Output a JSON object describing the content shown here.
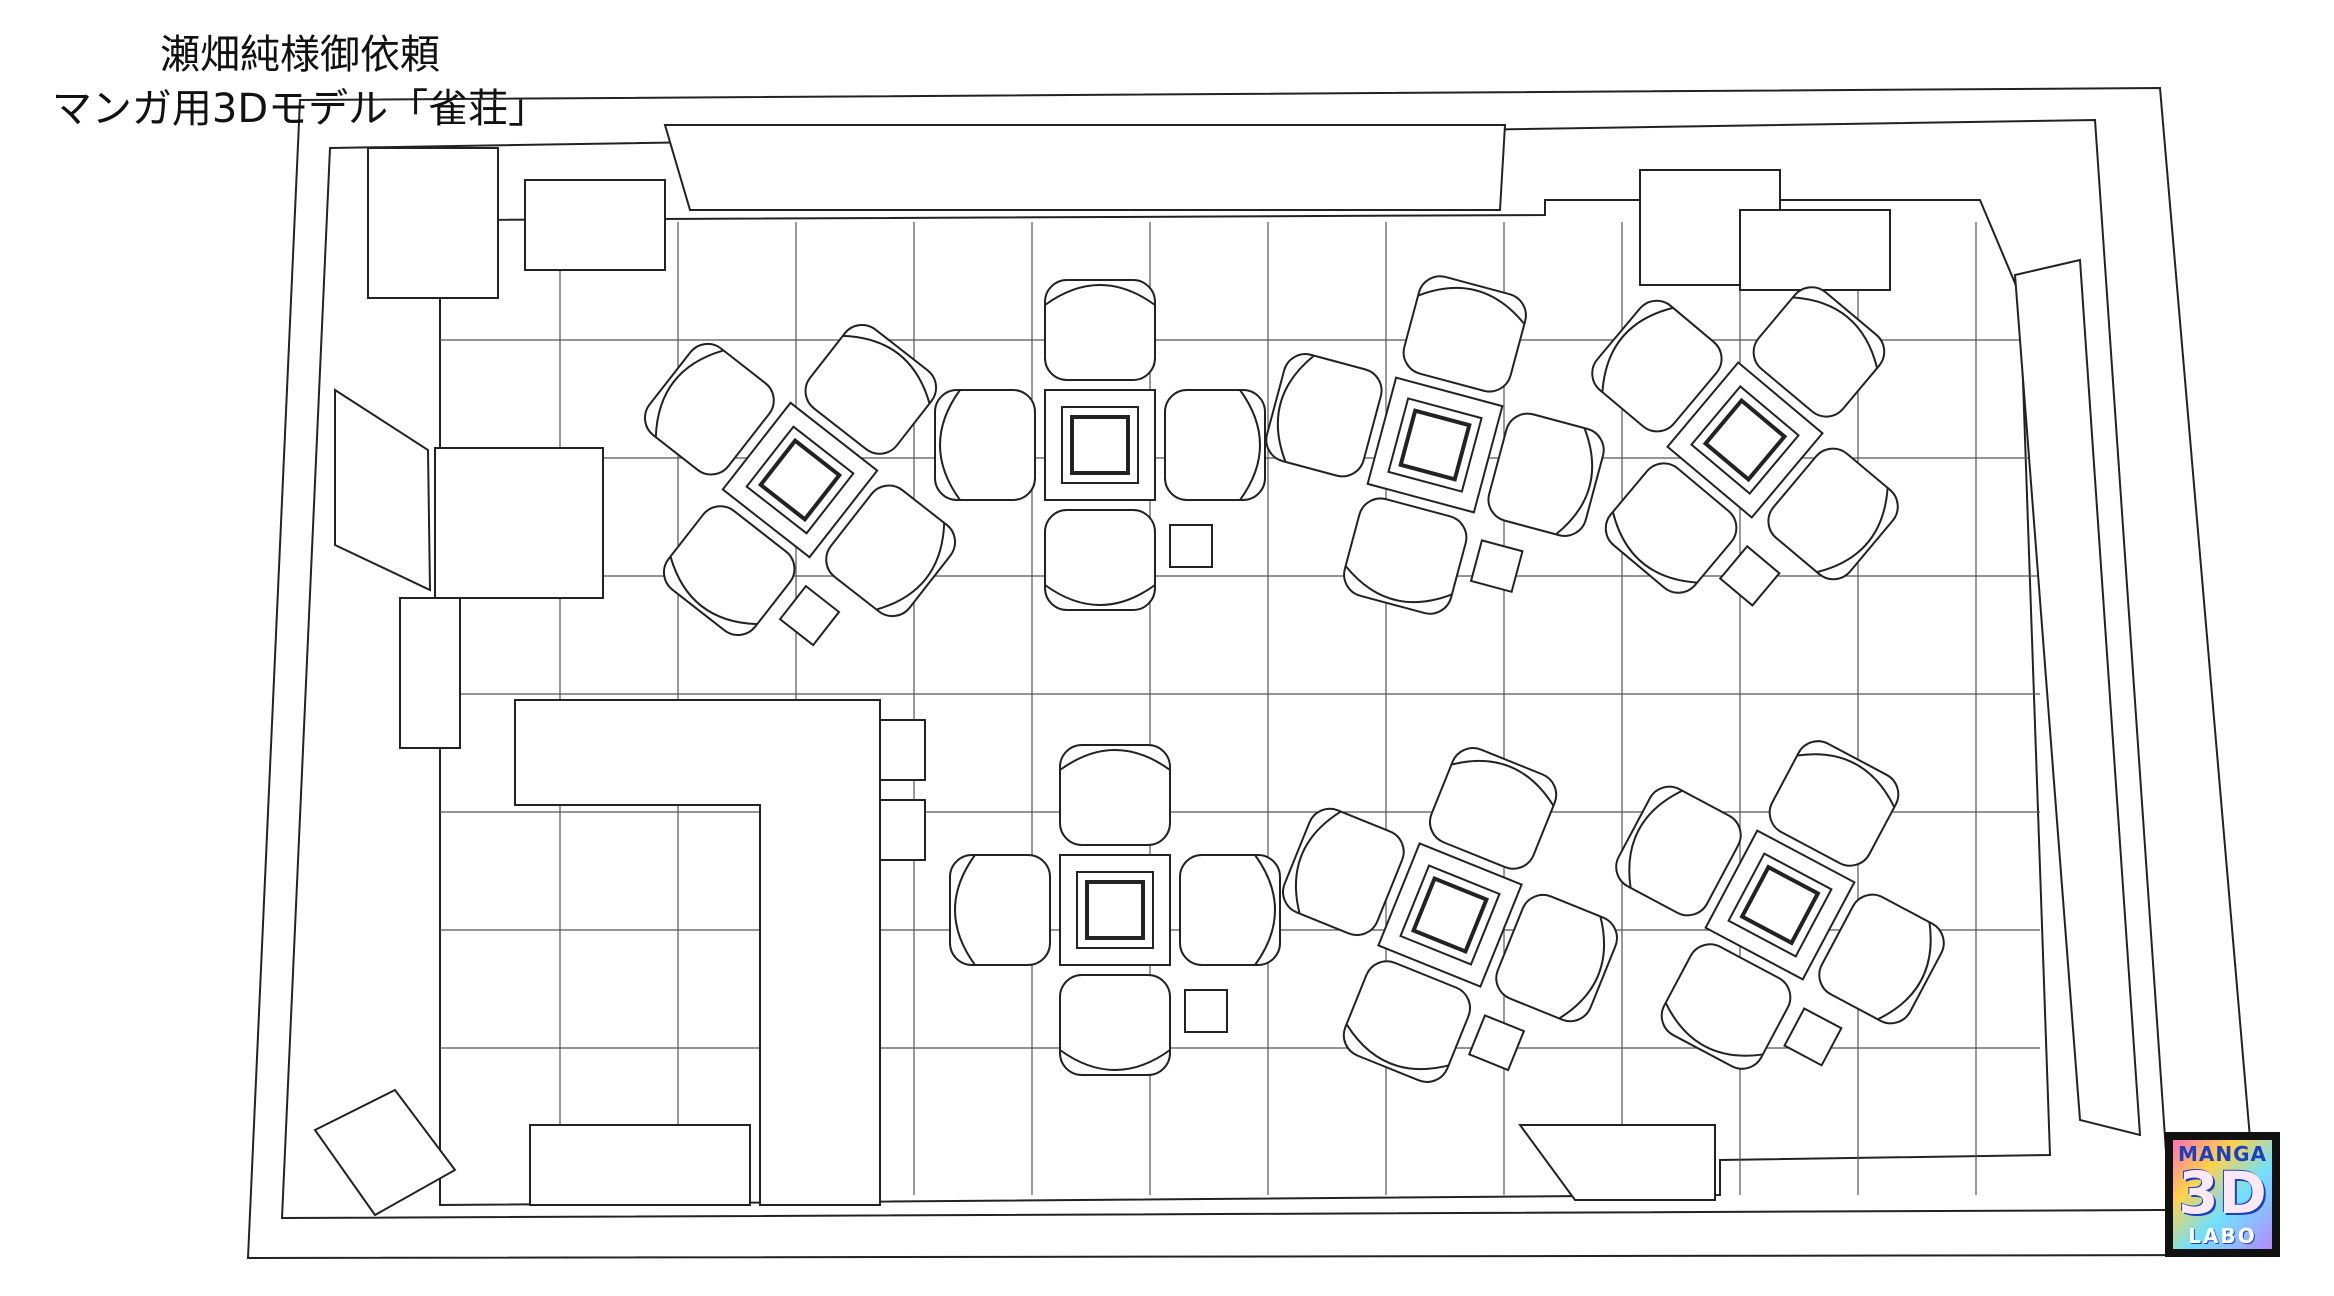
{
  "caption": {
    "line1": "瀬畑純様御依頼",
    "line2": "マンガ用3Dモデル「雀荘」"
  },
  "logo": {
    "line1": "MANGA",
    "line2": "3D",
    "line3": "LABO"
  },
  "colors": {
    "line": "#222222",
    "floor": "#ffffff",
    "grid": "#555555"
  },
  "floor_plan": {
    "mahjong_tables": 7,
    "chairs_per_table": 4
  }
}
